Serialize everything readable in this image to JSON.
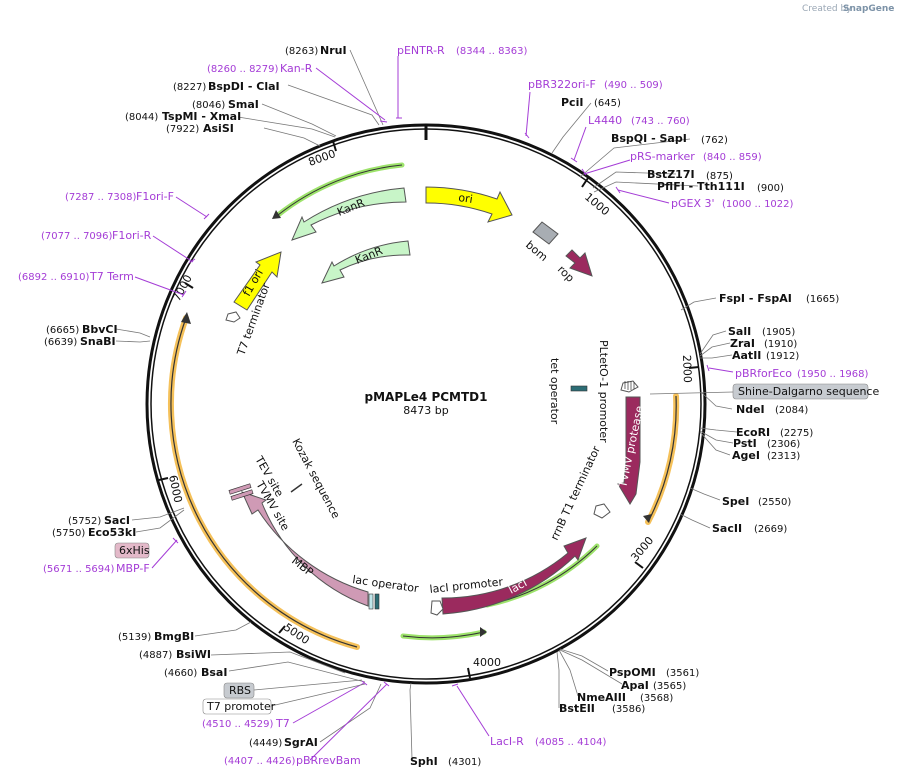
{
  "credit": {
    "created_by": "Created by",
    "brand": "SnapGene"
  },
  "title": "pMAPLe4 PCMTD1",
  "length_text": "8473 bp",
  "ticks": [
    "1000",
    "2000",
    "3000",
    "4000",
    "5000",
    "6000",
    "7000",
    "8000"
  ],
  "sites": [
    {
      "pos": "(8263)",
      "name": "NruI"
    },
    {
      "pos": "(8227)",
      "name": "BspDI - ClaI"
    },
    {
      "pos": "(8046)",
      "name": "SmaI"
    },
    {
      "pos": "(8044)",
      "name": "TspMI - XmaI"
    },
    {
      "pos": "(7922)",
      "name": "AsiSI"
    },
    {
      "pos": "(645)",
      "name": "PciI"
    },
    {
      "pos": "(762)",
      "name": "BspQI - SapI"
    },
    {
      "pos": "(875)",
      "name": "BstZ17I"
    },
    {
      "pos": "(900)",
      "name": "PflFI - Tth111I"
    },
    {
      "pos": "(1665)",
      "name": "FspI - FspAI"
    },
    {
      "pos": "(1905)",
      "name": "SalI"
    },
    {
      "pos": "(1910)",
      "name": "ZraI"
    },
    {
      "pos": "(1912)",
      "name": "AatII"
    },
    {
      "pos": "(2084)",
      "name": "NdeI"
    },
    {
      "pos": "(2275)",
      "name": "EcoRI"
    },
    {
      "pos": "(2306)",
      "name": "PstI"
    },
    {
      "pos": "(2313)",
      "name": "AgeI"
    },
    {
      "pos": "(2550)",
      "name": "SpeI"
    },
    {
      "pos": "(2669)",
      "name": "SacII"
    },
    {
      "pos": "(3561)",
      "name": "PspOMI"
    },
    {
      "pos": "(3565)",
      "name": "ApaI"
    },
    {
      "pos": "(3568)",
      "name": "NmeAIII"
    },
    {
      "pos": "(3586)",
      "name": "BstEII"
    },
    {
      "pos": "(4301)",
      "name": "SphI"
    },
    {
      "pos": "(4449)",
      "name": "SgrAI"
    },
    {
      "pos": "(4660)",
      "name": "BsaI"
    },
    {
      "pos": "(4887)",
      "name": "BsiWI"
    },
    {
      "pos": "(5139)",
      "name": "BmgBI"
    },
    {
      "pos": "(5752)",
      "name": "SacI"
    },
    {
      "pos": "(5750)",
      "name": "Eco53kI"
    },
    {
      "pos": "(6665)",
      "name": "BbvCI"
    },
    {
      "pos": "(6639)",
      "name": "SnaBI"
    }
  ],
  "primers": [
    {
      "name": "pENTR-R",
      "range": "(8344 .. 8363)"
    },
    {
      "name": "Kan-R",
      "range": "(8260 .. 8279)"
    },
    {
      "name": "pBR322ori-F",
      "range": "(490 .. 509)"
    },
    {
      "name": "L4440",
      "range": "(743 .. 760)"
    },
    {
      "name": "pRS-marker",
      "range": "(840 .. 859)"
    },
    {
      "name": "pGEX 3'",
      "range": "(1000 .. 1022)"
    },
    {
      "name": "F1ori-F",
      "range": "(7287 .. 7308)"
    },
    {
      "name": "F1ori-R",
      "range": "(7077 .. 7096)"
    },
    {
      "name": "T7 Term",
      "range": "(6892 .. 6910)"
    },
    {
      "name": "pBRforEco",
      "range": "(1950 .. 1968)"
    },
    {
      "name": "MBP-F",
      "range": "(5671 .. 5694)"
    },
    {
      "name": "T7",
      "range": "(4510 .. 4529)"
    },
    {
      "name": "pBRrevBam",
      "range": "(4407 .. 4426)"
    },
    {
      "name": "LacI-R",
      "range": "(4085 .. 4104)"
    }
  ],
  "boxed": {
    "shine": "Shine-Dalgarno sequence",
    "his": "6xHis",
    "rbs": "RBS",
    "t7p": "T7 promoter"
  },
  "features": {
    "ori": "ori",
    "kanr1": "KanR",
    "kanr2": "KanR",
    "bom": "bom",
    "rop": "rop",
    "f1ori": "f1 ori",
    "t7term": "T7 terminator",
    "tetop": "tet operator",
    "pltet": "PLtetO-1 promoter",
    "tvmv": "TVMV protease",
    "rrnb": "rrnB T1 terminator",
    "laci": "lacI",
    "lacip": "lacI promoter",
    "lacop": "lac operator",
    "mbp": "MBP",
    "kozak": "Kozak sequence",
    "tev": "TEV site",
    "tvmvsite": "TVMV site"
  },
  "colors": {
    "backbone": "#111111",
    "ori": "#ffff00",
    "kanr": "#c8f5c8",
    "maroon": "#9b2a5e",
    "mbp": "#cf9ab5",
    "primer": "#a43cd6",
    "orange": "#f5c15a",
    "green": "#9de36b"
  }
}
